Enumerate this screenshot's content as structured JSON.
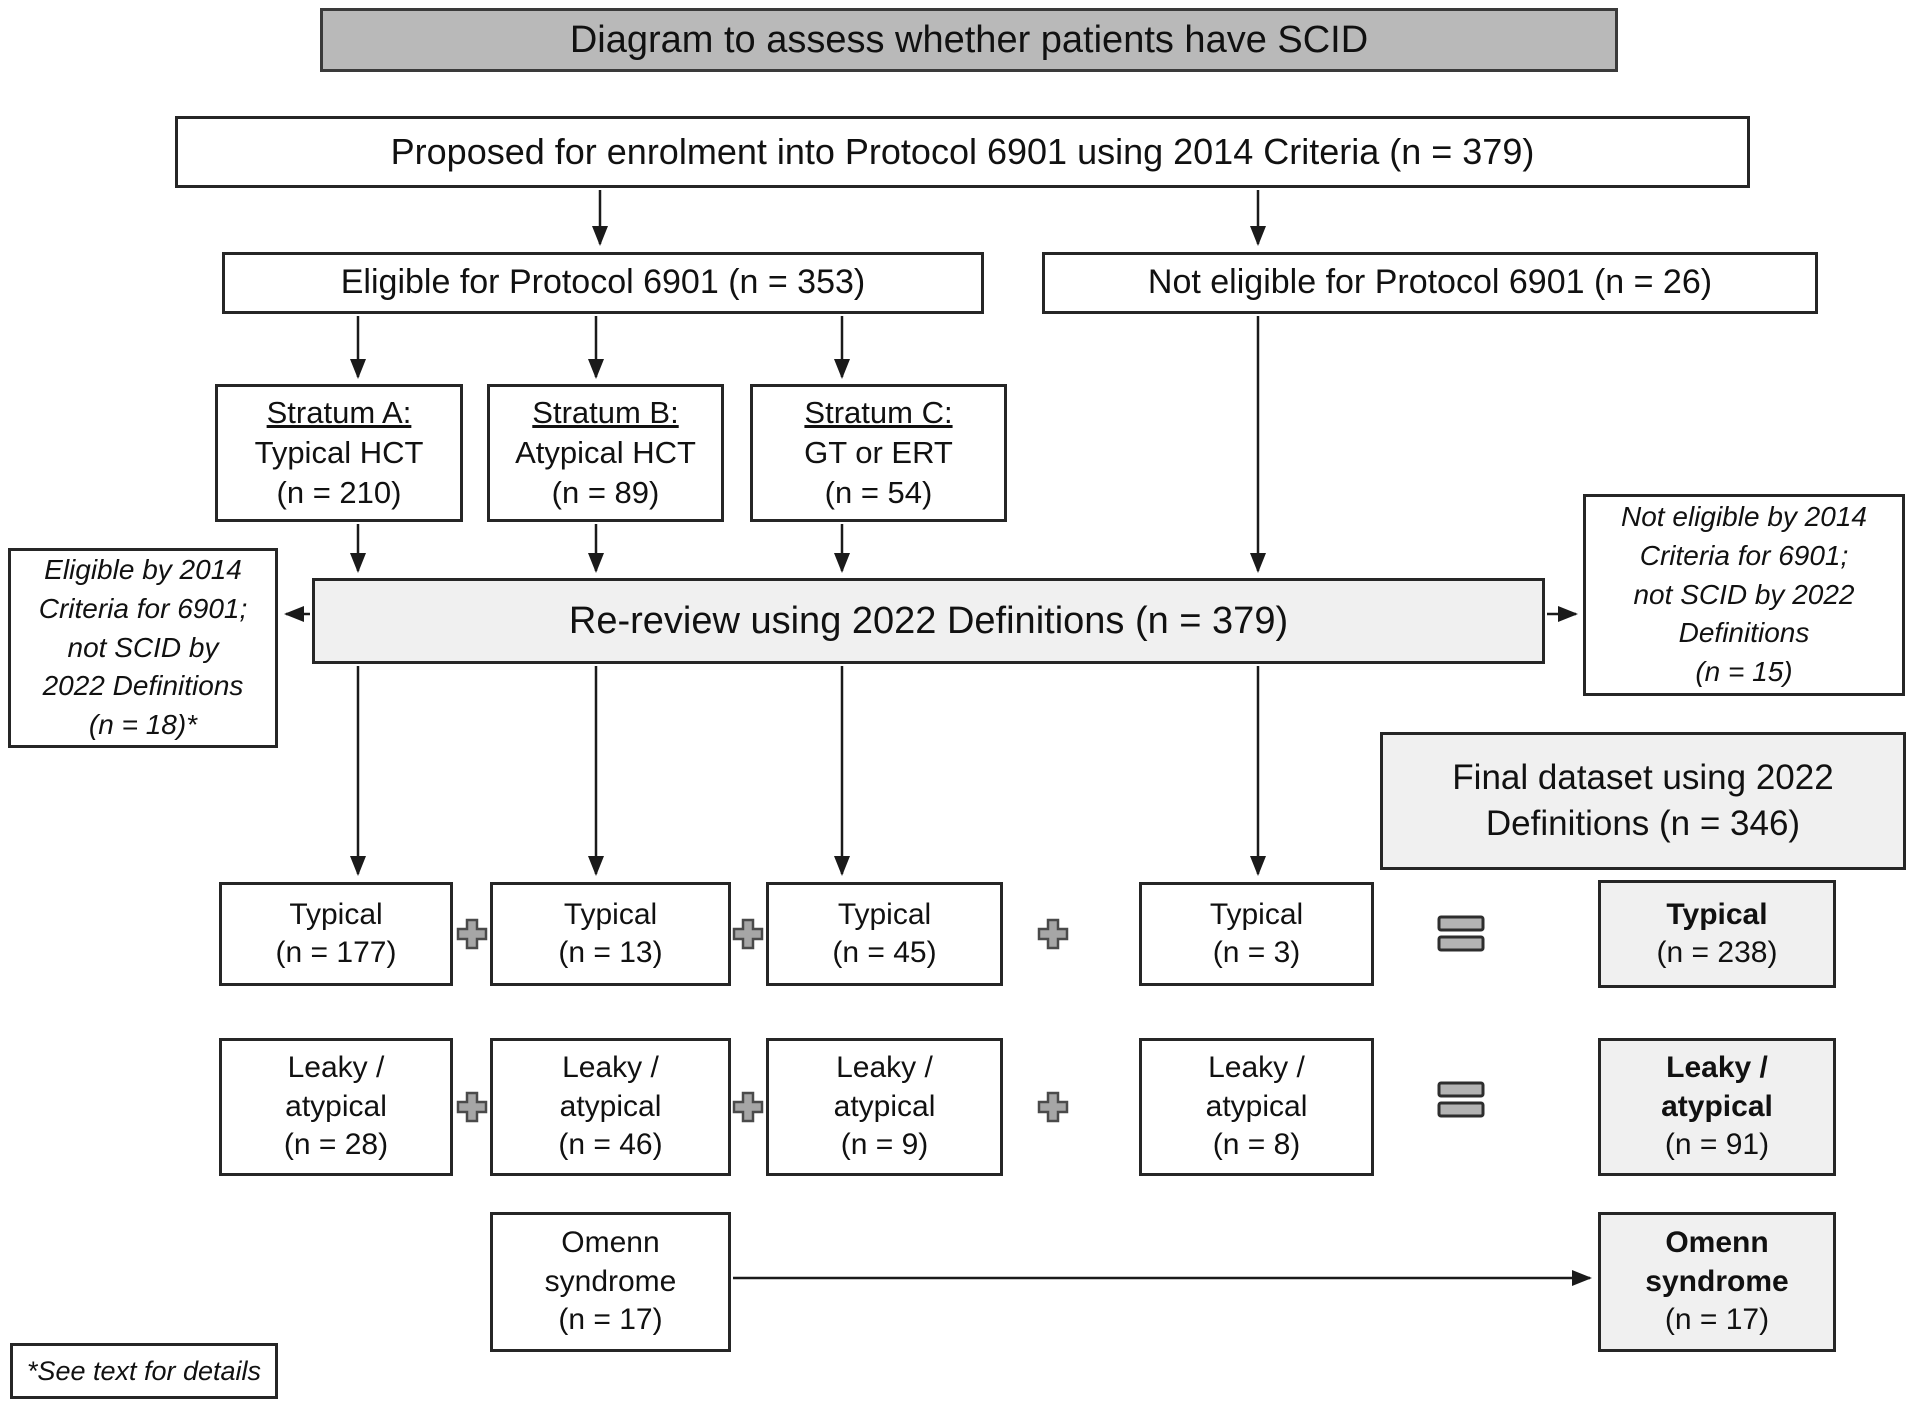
{
  "title": "Diagram to assess whether patients have SCID",
  "colors": {
    "title_bg": "#b9b9b9",
    "shaded_bg": "#f0f0f0",
    "border": "#262626",
    "arrow": "#1a1a1a",
    "operator_fill": "#a6a6a6",
    "operator_border": "#4a4a4a"
  },
  "top": {
    "proposed": "Proposed for enrolment into Protocol 6901 using 2014 Criteria (n = 379)",
    "eligible": "Eligible for Protocol 6901 (n = 353)",
    "not_eligible": "Not eligible for Protocol 6901 (n = 26)"
  },
  "strata": [
    {
      "name": "Stratum A:",
      "type": "Typical HCT",
      "n": "(n = 210)"
    },
    {
      "name": "Stratum B:",
      "type": "Atypical HCT",
      "n": "(n = 89)"
    },
    {
      "name": "Stratum C:",
      "type": "GT or ERT",
      "n": "(n = 54)"
    }
  ],
  "review": {
    "label": "Re-review using 2022 Definitions (n = 379)",
    "excluded_left": {
      "lines": [
        "Eligible by 2014",
        "Criteria for 6901;",
        "not SCID by",
        "2022 Definitions",
        "(n = 18)*"
      ]
    },
    "excluded_right": {
      "lines": [
        "Not eligible by 2014",
        "Criteria for 6901;",
        "not SCID by 2022",
        "Definitions",
        "(n = 15)"
      ]
    }
  },
  "final_dataset": {
    "lines": [
      "Final dataset using 2022",
      "Definitions (n = 346)"
    ]
  },
  "typical_row": {
    "cells": [
      {
        "label": "Typical",
        "n": "(n = 177)"
      },
      {
        "label": "Typical",
        "n": "(n = 13)"
      },
      {
        "label": "Typical",
        "n": "(n = 45)"
      },
      {
        "label": "Typical",
        "n": "(n = 3)"
      }
    ],
    "total": {
      "label": "Typical",
      "n": "(n = 238)"
    }
  },
  "leaky_row": {
    "cells": [
      {
        "label1": "Leaky /",
        "label2": "atypical",
        "n": "(n = 28)"
      },
      {
        "label1": "Leaky /",
        "label2": "atypical",
        "n": "(n = 46)"
      },
      {
        "label1": "Leaky /",
        "label2": "atypical",
        "n": "(n = 9)"
      },
      {
        "label1": "Leaky /",
        "label2": "atypical",
        "n": "(n = 8)"
      }
    ],
    "total": {
      "label1": "Leaky /",
      "label2": "atypical",
      "n": "(n = 91)"
    }
  },
  "omenn_row": {
    "cell": {
      "label1": "Omenn",
      "label2": "syndrome",
      "n": "(n = 17)"
    },
    "total": {
      "label1": "Omenn",
      "label2": "syndrome",
      "n": "(n = 17)"
    }
  },
  "footnote": "*See text for details"
}
